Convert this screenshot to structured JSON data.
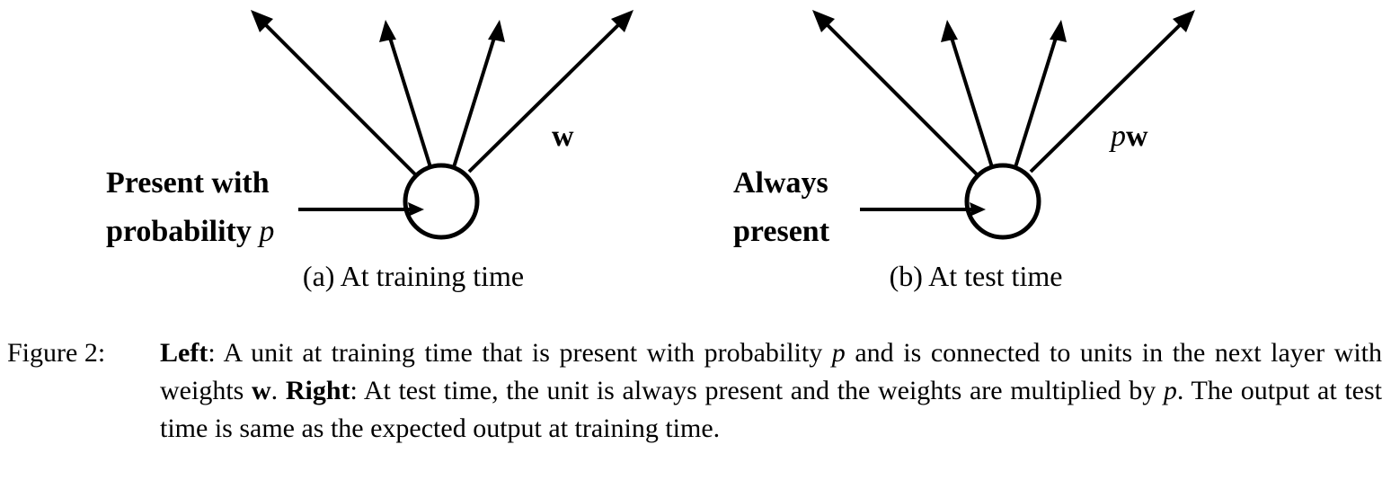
{
  "panels": {
    "left": {
      "input_label_line1": "Present with",
      "input_label_line2": "probability",
      "input_label_var": "p",
      "weight_label": "w",
      "subcaption": "(a) At training time"
    },
    "right": {
      "input_label_line1": "Always",
      "input_label_line2": "present",
      "weight_label_prefix": "p",
      "weight_label": "w",
      "subcaption": "(b) At test time"
    }
  },
  "caption": {
    "label": "Figure 2:",
    "left_bold": "Left",
    "text1": ": A unit at training time that is present with probability ",
    "var_p1": "p",
    "text2": " and is connected to units in the next layer with weights ",
    "weight_w": "w",
    "text3": ". ",
    "right_bold": "Right",
    "text4": ": At test time, the unit is always present and the weights are multiplied by ",
    "var_p2": "p",
    "text5": ". The output at test time is same as the expected output at training time."
  }
}
